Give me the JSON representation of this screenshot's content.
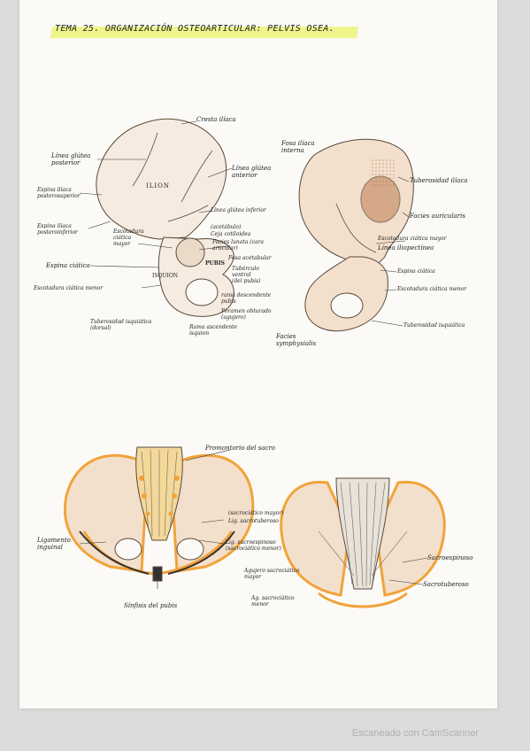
{
  "title": "TEMA 25. ORGANIZACIÓN OSTEOARTICULAR: PELVIS OSEA.",
  "footer": "Escaneado con CamScanner",
  "colors": {
    "bone_fill": "#f3e0cc",
    "bone_stroke": "#5a4a3a",
    "highlight": "#eef58a",
    "sacrum": "#f4d89a",
    "orange_outline": "#f2a33a",
    "auricular": "#c9926a"
  },
  "lateral_view": {
    "ilion": "ILION",
    "pubis": "PUBIS",
    "isquion": "ISQUION",
    "labels": {
      "cresta_iliaca": "Cresta ilíaca",
      "linea_glutea_posterior": "Línea glútea\nposterior",
      "espina_iliaca_posterosuperior": "Espina ilíaca\nposterosuperior",
      "espina_iliaca_posteroinferior": "Espina ilíaca\nposteroinferior",
      "escotadura_ciatica_mayor": "Escotadura\nciática\nmayor",
      "espina_ciatica": "Espina ciática",
      "escotadura_ciatica_menor": "Escotadura ciática menor",
      "tuberosidad_isquiatica": "Tuberosidad isquiática\n(dorsal)",
      "linea_glutea_anterior": "Línea glútea\nanterior",
      "linea_glutea_inferior": "Línea glútea inferior",
      "acetabulo": "(acetábulo)",
      "ceja_cotiloidea": "Ceja cotiloidea",
      "facies_lunata": "Facies lunata (cara\narticular)",
      "fosa_acetabular": "Fosa acetabular",
      "tuberculo_ventral": "Tubérculo\nventral\n(del pubis)",
      "rama_descendente": "rama descendente\npubis",
      "foramen_obturado": "Foramen obturado\n(agujero)",
      "rama_ascendente": "Rama ascendente\nisquion"
    }
  },
  "medial_view": {
    "labels": {
      "fosa_iliaca_interna": "Fosa ilíaca\ninterna",
      "tuberosidad_iliaca": "Tuberosidad ilíaca",
      "facies_auricularis": "Facies auricularis",
      "escotadura_ciatica_mayor": "Escotadura ciática mayor",
      "linea_iliopectinea": "Línea iliopectínea",
      "espina_ciatica": "Espina ciática",
      "escotadura_ciatica_menor": "Escotadura ciática menor",
      "tuberosidad_isquiatica": "Tuberosidad isquiática",
      "facies_symphysialis": "Facies\nsymphysialis"
    }
  },
  "anterior_pelvis": {
    "labels": {
      "promontorio": "Promontorio del sacro",
      "sacrociatico_mayor": "(sacrociático mayor)",
      "lig_sacrotuberoso": "Lig. sacrotuberoso",
      "lig_sacroespinoso": "Lig. sacroespinoso\n(sacrociático menor)",
      "ligamento_inguinal": "Ligamento\ninguinal",
      "sinfisis": "Sínfisis del pubis"
    }
  },
  "posterior_pelvis": {
    "labels": {
      "agujero_mayor": "Agujero sacrociático\nmayor",
      "agujero_menor": "Ag. sacrociático\nmenor",
      "sacroespinoso": "Sacroespinoso",
      "sacrotuberoso": "Sacrotuberoso"
    }
  }
}
